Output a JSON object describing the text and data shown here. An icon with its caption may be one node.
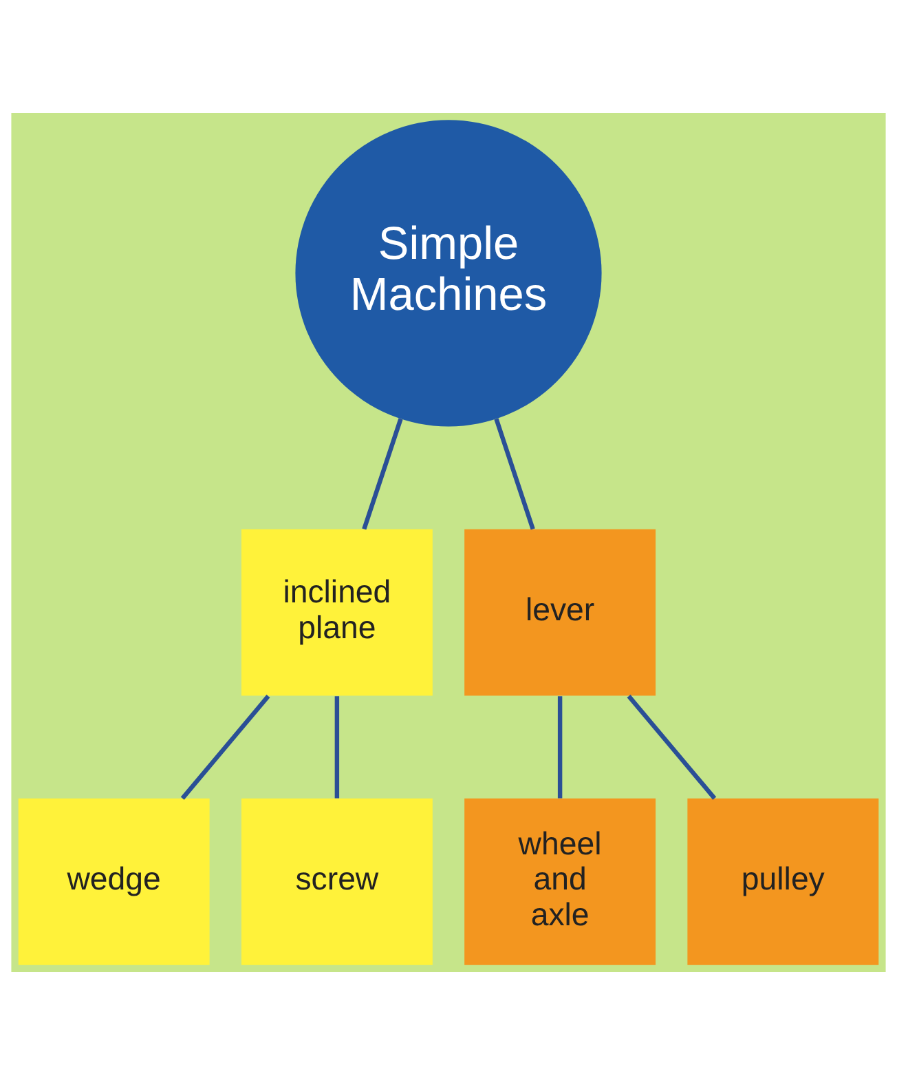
{
  "diagram": {
    "nodes": [
      {
        "text": [
          "Simple Machines"
        ]
      },
      {
        "text": [
          "inclined plane"
        ]
      },
      {
        "text": [
          "lever"
        ]
      },
      {
        "text": [
          "wedge"
        ]
      },
      {
        "text": [
          "screw"
        ]
      },
      {
        "text": [
          "wheel and axle"
        ]
      },
      {
        "text": [
          "pulley"
        ]
      }
    ],
    "edges": [
      {
        "from": 0,
        "to": 1,
        "arrow": "none"
      },
      {
        "from": 0,
        "to": 2,
        "arrow": "none"
      },
      {
        "from": 1,
        "to": 3,
        "arrow": "none"
      },
      {
        "from": 1,
        "to": 4,
        "arrow": "none"
      },
      {
        "from": 2,
        "to": 5,
        "arrow": "none"
      },
      {
        "from": 2,
        "to": 6,
        "arrow": "none"
      }
    ]
  }
}
